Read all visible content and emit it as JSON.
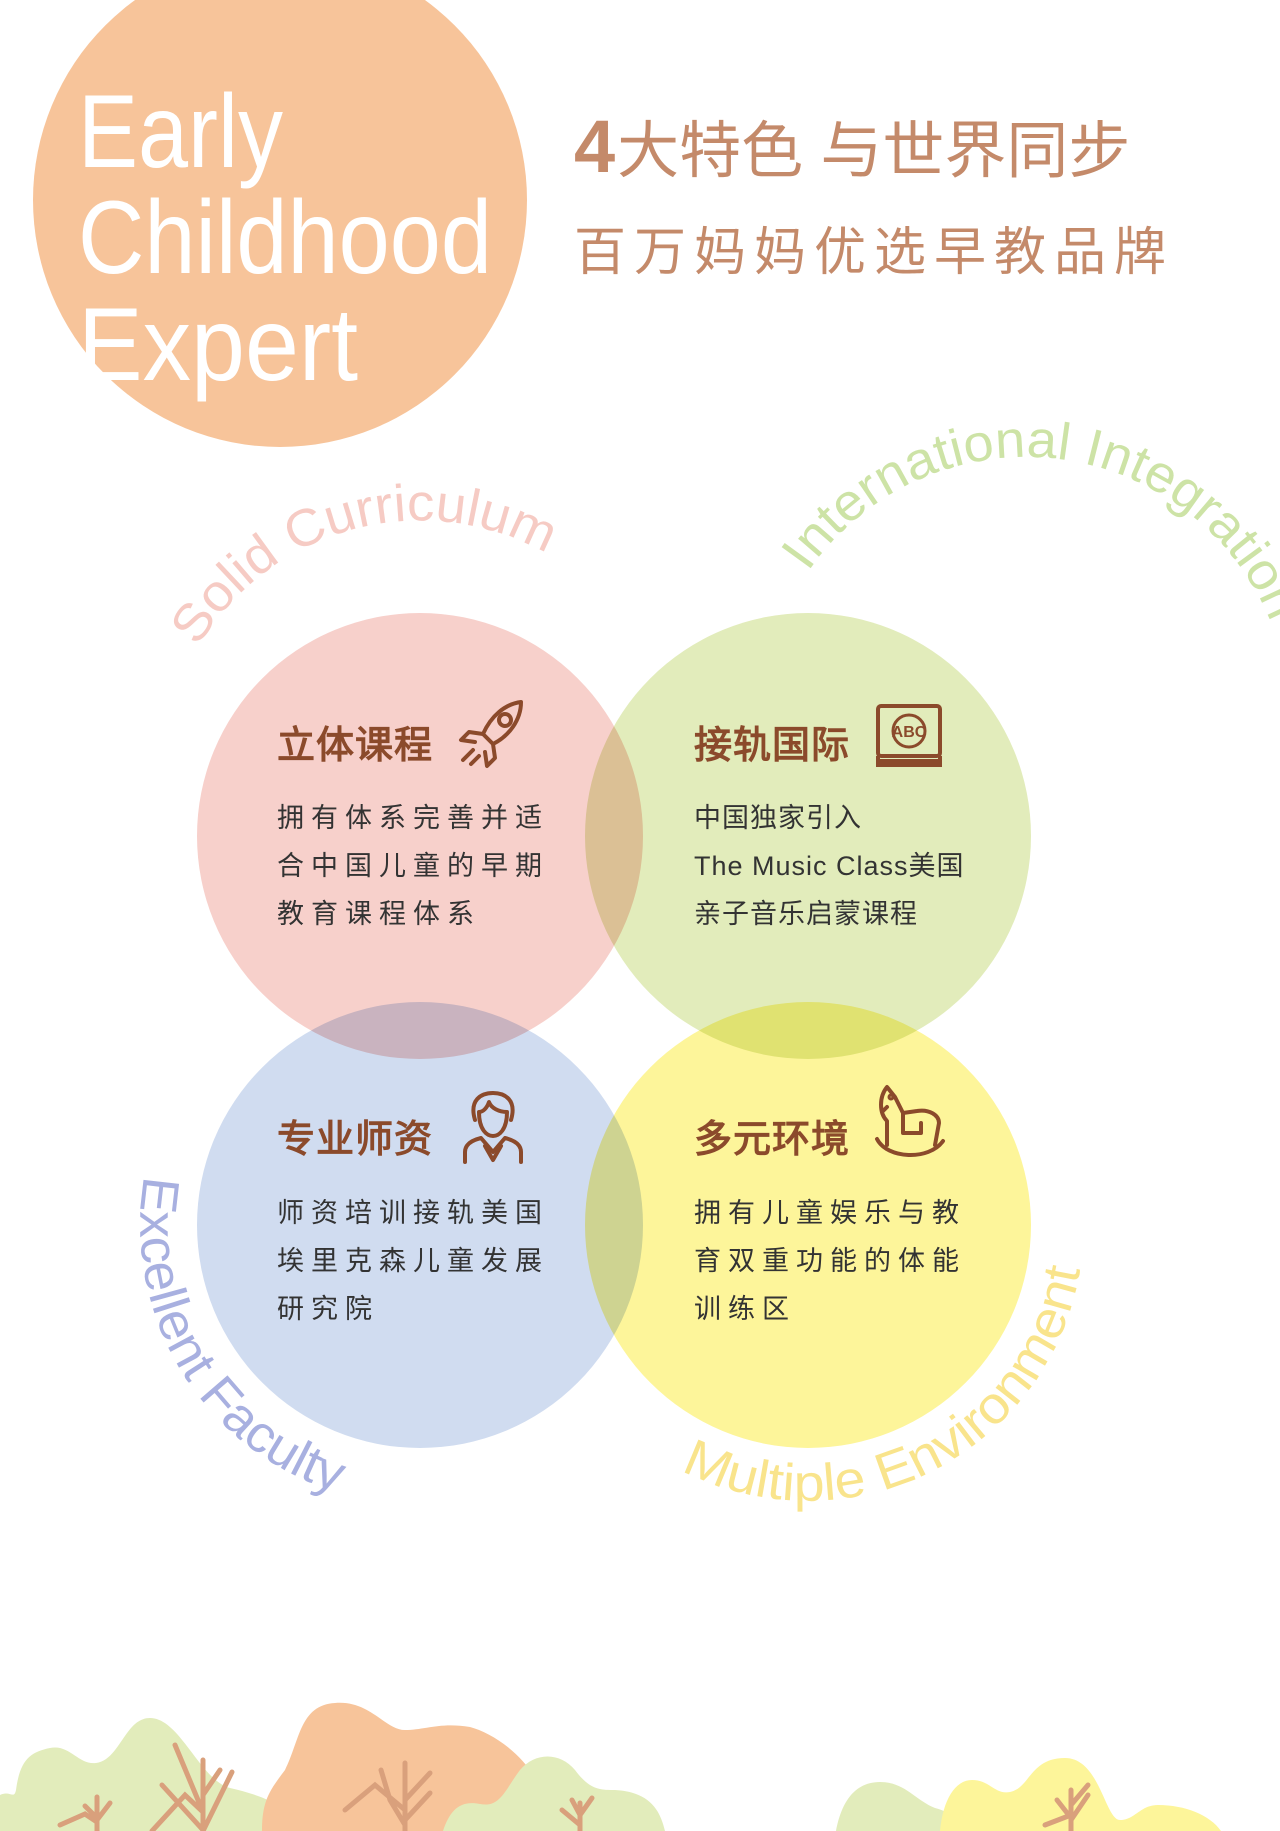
{
  "hero": {
    "lines": [
      "Early",
      "Childhood",
      "Expert"
    ],
    "circle_color": "#f7c49a"
  },
  "heading": {
    "number": "4",
    "title": "大特色 与世界同步",
    "subtitle": "百万妈妈优选早教品牌",
    "color": "#c48a6a"
  },
  "features": [
    {
      "title": "立体课程",
      "icon": "rocket-icon",
      "arc_label": "Solid Curriculum",
      "color": "#f7d0cb",
      "arc_color": "#f6cbc4",
      "lines": [
        "拥有体系完善并适",
        "合中国儿童的早期",
        "教育课程体系"
      ]
    },
    {
      "title": "接轨国际",
      "icon": "abc-book-icon",
      "arc_label": "International Integration",
      "color": "#e2ecbb",
      "arc_color": "#cde3a6",
      "lines": [
        "中国独家引入",
        "The Music Class美国",
        "亲子音乐启蒙课程"
      ]
    },
    {
      "title": "专业师资",
      "icon": "teacher-icon",
      "arc_label": "Excellent Faculty",
      "color": "#d0dcf0",
      "arc_color": "#a8b0e0",
      "lines": [
        "师资培训接轨美国",
        "埃里克森儿童发展",
        "研究院"
      ]
    },
    {
      "title": "多元环境",
      "icon": "rocking-horse-icon",
      "arc_label": "Multiple Environment",
      "color": "#fdf59a",
      "arc_color": "#f9e48c",
      "lines": [
        "拥有儿童娱乐与教",
        "育双重功能的体能",
        "训练区"
      ]
    }
  ],
  "colors": {
    "title": "#8b4a2b",
    "body": "#333333",
    "tree_trunk": "#d9a07c",
    "bush_green": "#e2ecbb",
    "bush_orange": "#f7c49a",
    "bush_yellow": "#fdf59a"
  }
}
